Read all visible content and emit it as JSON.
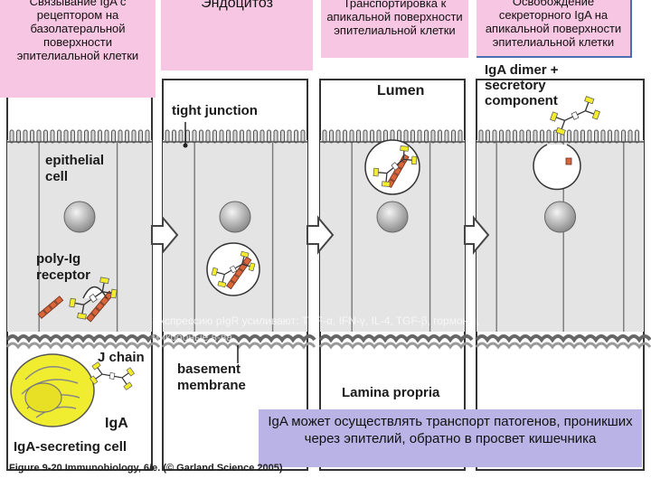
{
  "callouts": {
    "binding": "Связывание IgA с рецептором на базолатеральной поверхности эпителиальной клетки",
    "endocytosis": "Эндоцитоз",
    "transport": "Транспортировка к апикальной поверхности эпителиальной клетки",
    "release": "Освобождение секреторного IgA на апикальной поверхности эпителиальной клетки",
    "note": "IgA может осуществлять транспорт патогенов, проникших через эпителий, обратно в просвет кишечника",
    "faded_note": "Экспрессию pIgR усиливают: TNF-α, IFN-γ, IL-4, TGF-β, гормоны, микробные в-ва"
  },
  "labels": {
    "tight_junction": "tight junction",
    "lumen": "Lumen",
    "iga_dimer": "IgA dimer + secretory component",
    "epithelial_cell": "epithelial cell",
    "poly_ig_receptor": "poly-Ig receptor",
    "j_chain": "J chain",
    "basement_membrane": "basement membrane",
    "lamina_propria": "Lamina propria",
    "iga": "IgA",
    "iga_secreting_cell": "IgA-secreting cell"
  },
  "caption": {
    "figure": "Figure 9-20",
    "rest": "Immunobiology, 6/e. (© Garland Science 2005)"
  },
  "colors": {
    "callout_pink": "#f6c6e2",
    "note_purple": "#b9b3e6",
    "cell_gray": "#e4e4e4",
    "receptor_orange": "#d9663a",
    "iga_yellow": "#f3ec2c",
    "plasma_cell_yellow": "#f0ec2f"
  }
}
